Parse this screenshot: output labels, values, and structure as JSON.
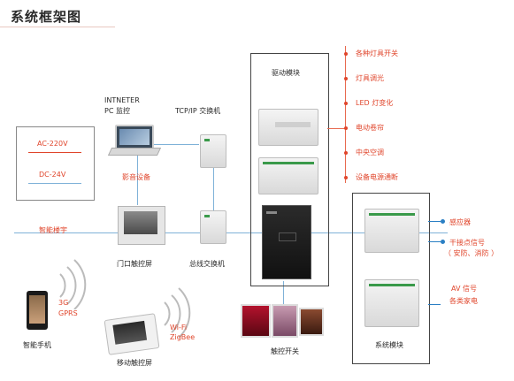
{
  "title": "系统框架图",
  "labels": {
    "internet": "INTNETER",
    "pc_monitor": "PC  监控",
    "tcpip_switch": "TCP/IP   交换机",
    "driver_module": "驱动模块",
    "ac": "AC-220V",
    "dc": "DC-24V",
    "av_device": "影音设备",
    "smart_building": "智能楼宇",
    "door_touch": "门口触控屏",
    "bus_switch": "总线交换机",
    "system_module": "系统模块",
    "touch_switch": "触控开关",
    "mobile_touch": "移动触控屏",
    "smartphone": "智能手机",
    "g3": "3G",
    "gprs": "GPRS",
    "wifi": "Wi-Fi",
    "zigbee": "ZigBee"
  },
  "outputs": [
    "各种灯具开关",
    "灯具调光",
    "LED  灯变化",
    "电动卷帘",
    "中央空调",
    "设备电源通断"
  ],
  "system_outputs": {
    "sensor": "感应器",
    "dry_contact": "干接点信号",
    "dry_contact_sub": "（ 安防、消防 ）",
    "av_signal": "AV 信号",
    "appliances": "各类家电"
  },
  "colors": {
    "accent": "#e0452b",
    "line": "#7fb2d8",
    "bus": "#2a7fc4"
  }
}
